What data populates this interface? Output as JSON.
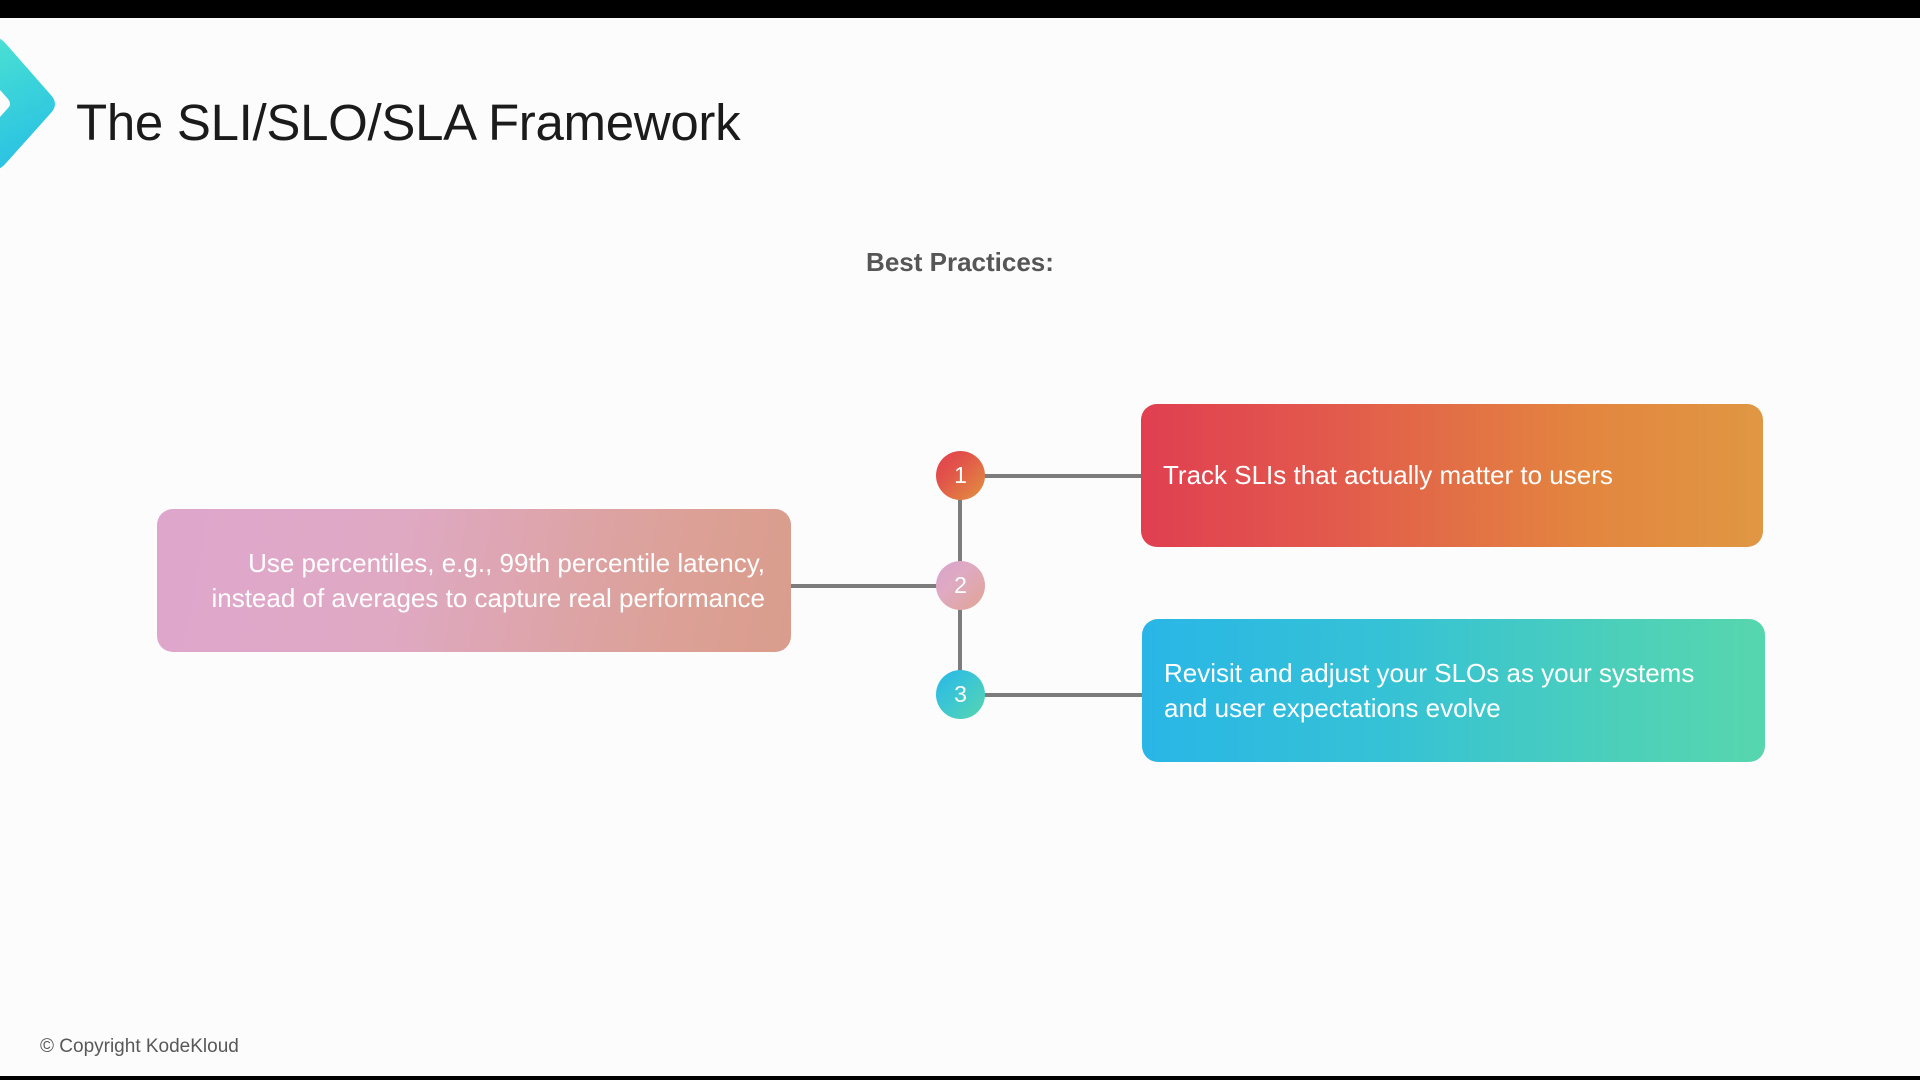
{
  "window": {
    "top_bar_color": "#000000"
  },
  "branding": {
    "logo_icon": "chevron-right-icon",
    "logo_gradient_from": "#4fe3cf",
    "logo_gradient_to": "#2ec4e0"
  },
  "header": {
    "title": "The SLI/SLO/SLA Framework"
  },
  "main": {
    "section_heading": "Best Practices:",
    "heading_color": "#565656"
  },
  "diagram": {
    "connector_color": "#7c7c7c",
    "nodes": [
      {
        "number": "1",
        "side": "right",
        "gradient_from": "#e43f4e",
        "gradient_to": "#e3933f",
        "text": "Track SLIs that actually matter to users"
      },
      {
        "number": "2",
        "side": "left",
        "gradient_from": "#d9a2cc",
        "gradient_to": "#e0a493",
        "text": "Use percentiles, e.g., 99th percentile latency, instead of averages to capture real performance"
      },
      {
        "number": "3",
        "side": "right",
        "gradient_from": "#27b8e8",
        "gradient_to": "#56d6ae",
        "text": "Revisit and adjust your SLOs as your systems and user expectations evolve"
      }
    ]
  },
  "footer": {
    "copyright": "© Copyright KodeKloud"
  }
}
